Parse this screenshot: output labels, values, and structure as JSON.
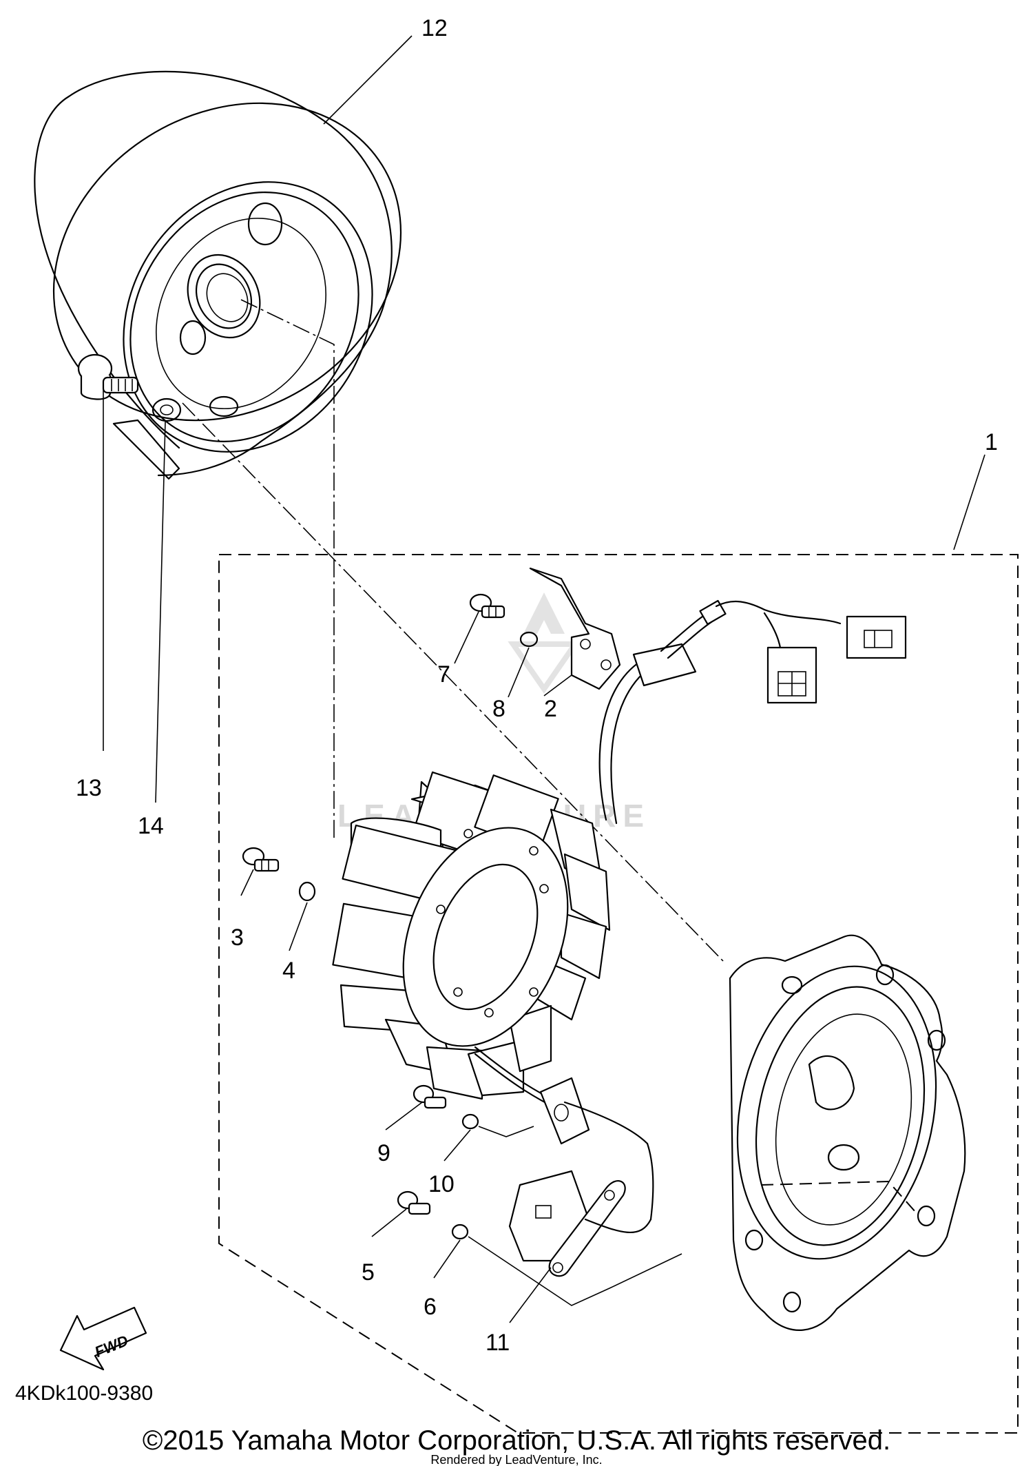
{
  "diagram": {
    "callouts": {
      "p1": "1",
      "p2": "2",
      "p3": "3",
      "p4": "4",
      "p5": "5",
      "p6": "6",
      "p7": "7",
      "p8": "8",
      "p9": "9",
      "p10": "10",
      "p11": "11",
      "p12": "12",
      "p13": "13",
      "p14": "14"
    },
    "fwd_label": "FWD",
    "diagram_code": "4KDk100-9380",
    "watermark": "LEADVENTURE"
  },
  "footer": {
    "copyright": "©2015 Yamaha Motor Corporation, U.S.A. All rights reserved.",
    "rendered_by": "Rendered by LeadVenture, Inc."
  }
}
